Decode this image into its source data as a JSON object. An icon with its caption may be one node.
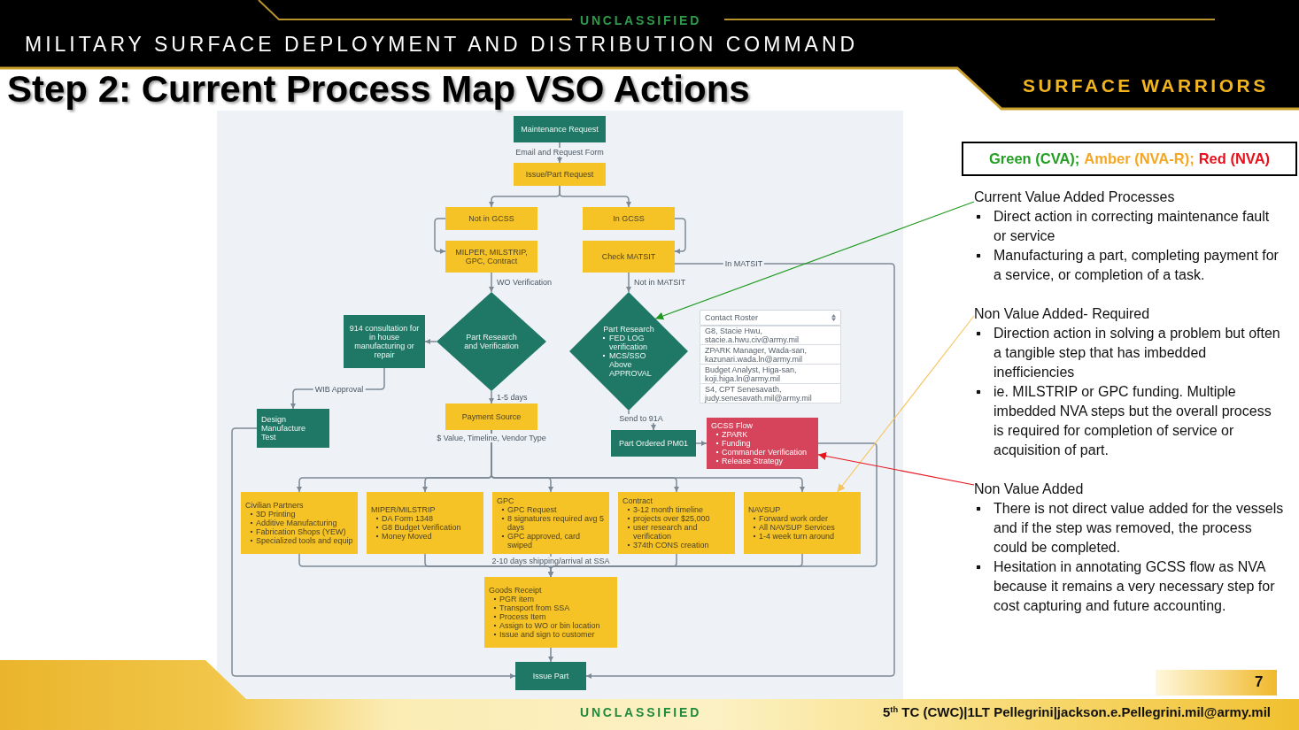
{
  "diagram": {
    "title": "Step 2: Current Process Map VSO Actions",
    "nodes": [
      {
        "text": [
          "Maintenance Request"
        ]
      },
      {
        "text": [
          "Issue/Part Request"
        ]
      },
      {
        "text": [
          "Not in GCSS"
        ]
      },
      {
        "text": [
          "In GCSS"
        ]
      },
      {
        "text": [
          "MILPER, MILSTRIP, GPC, Contract"
        ]
      },
      {
        "text": [
          "Check MATSIT"
        ]
      },
      {
        "text": [
          "914 consultation for in house manufacturing or repair"
        ]
      },
      {
        "text": [
          "Part Research and Verification"
        ]
      },
      {
        "text": [
          "Part Research",
          "FED LOG verification",
          "MCS/SSO Above APPROVAL"
        ]
      },
      {
        "text": [
          "Contact Roster"
        ]
      },
      {
        "text": [
          "G8, Stacie Hwu, stacie.a.hwu.civ@army.mil"
        ]
      },
      {
        "text": [
          "ZPARK Manager, Wada-san, kazunari.wada.ln@army.mil"
        ]
      },
      {
        "text": [
          "Budget Analyst, Higa-san, koji.higa.ln@army.mil"
        ]
      },
      {
        "text": [
          "S4, CPT Senesavath, judy.senesavath.mil@army.mil"
        ]
      },
      {
        "text": [
          "Payment Source"
        ],
        "beside": [
          "$ Value, Timeline, Vendor Type"
        ]
      },
      {
        "text": [
          "Design Manufacture Test"
        ]
      },
      {
        "text": [
          "Part Ordered PM01"
        ]
      },
      {
        "text": [
          "GCSS Flow",
          "ZPARK",
          "Funding",
          "Commander Verification",
          "Release Strategy"
        ]
      },
      {
        "text": [
          "Civilian Partners",
          "3D Printing",
          "Additive Manufacturing",
          "Fabrication Shops (YEW)",
          "Specialized tools and equip"
        ]
      },
      {
        "text": [
          "MIPER/MILSTRIP",
          "DA Form 1348",
          "G8 Budget Verification",
          "Money Moved"
        ]
      },
      {
        "text": [
          "GPC",
          "GPC Request",
          "8 signatures required avg 5 days",
          "GPC approved, card swiped"
        ]
      },
      {
        "text": [
          "Contract",
          "3-12 month timeline",
          "projects over $25,000",
          "user research and verification",
          "374th CONS creation"
        ]
      },
      {
        "text": [
          "NAVSUP",
          "Forward work order",
          "All NAVSUP Services",
          "1-4 week turn around"
        ]
      },
      {
        "text": [
          "Goods Receipt",
          "PGR item",
          "Transport from SSA",
          "Process Item",
          "Assign to WO or bin location",
          "Issue and sign to customer"
        ]
      },
      {
        "text": [
          "Issue Part"
        ]
      },
      {
        "text": [
          "Current Value Added Processes",
          "Direct action in correcting maintenance fault or service",
          "Manufacturing a part, completing payment for a service, or completion of a task."
        ]
      },
      {
        "text": [
          "Non Value Added- Required",
          "Direction action in solving a problem but often a tangible step that has imbedded inefficiencies",
          "ie. MILSTRIP or GPC funding. Multiple imbedded NVA steps but the overall process is required for completion of service or acquisition of part."
        ]
      },
      {
        "text": [
          "Non Value Added",
          "There is not direct value added for the vessels and if the step was removed, the process could be completed.",
          "Hesitation in annotating GCSS flow as NVA because it remains a very necessary step for cost capturing and future accounting."
        ]
      }
    ],
    "edges": [
      {
        "from": 0,
        "to": 1,
        "arrow": "to",
        "label": "Email and Request Form"
      },
      {
        "from": 1,
        "to": 2,
        "arrow": "to"
      },
      {
        "from": 1,
        "to": 3,
        "arrow": "to"
      },
      {
        "from": 2,
        "to": 4,
        "arrow": "to"
      },
      {
        "from": 3,
        "to": 5,
        "arrow": "to"
      },
      {
        "from": 4,
        "to": 7,
        "arrow": "to",
        "label": "WO Verification"
      },
      {
        "from": 5,
        "to": 8,
        "arrow": "to",
        "label": "Not in MATSIT"
      },
      {
        "from": 5,
        "to": 24,
        "arrow": "to",
        "label": "In MATSIT"
      },
      {
        "from": 7,
        "to": 6,
        "arrow": "to"
      },
      {
        "from": 6,
        "to": 15,
        "arrow": "to",
        "label": "WIB Approval"
      },
      {
        "from": 7,
        "to": 14,
        "arrow": "to",
        "label": "1-5 days"
      },
      {
        "from": 8,
        "to": 16,
        "arrow": "to",
        "label": "Send to 91A"
      },
      {
        "from": 16,
        "to": 17,
        "arrow": "to"
      },
      {
        "from": 14,
        "to": 18,
        "arrow": "to"
      },
      {
        "from": 14,
        "to": 19,
        "arrow": "to"
      },
      {
        "from": 14,
        "to": 20,
        "arrow": "to"
      },
      {
        "from": 14,
        "to": 21,
        "arrow": "to"
      },
      {
        "from": 14,
        "to": 22,
        "arrow": "to"
      },
      {
        "from": 18,
        "to": 23,
        "arrow": "to"
      },
      {
        "from": 19,
        "to": 23,
        "arrow": "to"
      },
      {
        "from": 20,
        "to": 23,
        "arrow": "to",
        "label": "2-10 days shipping/arrival at SSA"
      },
      {
        "from": 21,
        "to": 23,
        "arrow": "to"
      },
      {
        "from": 22,
        "to": 23,
        "arrow": "to"
      },
      {
        "from": 17,
        "to": 23,
        "arrow": "to"
      },
      {
        "from": 23,
        "to": 24,
        "arrow": "to"
      },
      {
        "from": 15,
        "to": 24,
        "arrow": "to"
      },
      {
        "from": 25,
        "to": 8,
        "arrow": "to",
        "color": "#1f9a1f"
      },
      {
        "from": 26,
        "to": 22,
        "arrow": "to",
        "color": "#f7c35c"
      },
      {
        "from": 27,
        "to": 17,
        "arrow": "to",
        "color": "#e8141e"
      }
    ],
    "labels": [
      "UNCLASSIFIED",
      "MILITARY SURFACE DEPLOYMENT AND DISTRIBUTION COMMAND",
      "SURFACE WARRIORS",
      "7",
      "UNCLASSIFIED",
      "5$^{th}$ TC (CWC)|1LT Pellegrini|jackson.e.Pellegrini.mil@army.mil"
    ],
    "legend": [
      {
        "text": "Green (CVA);",
        "color": "#22a022"
      },
      {
        "text": "Amber (NVA-R);",
        "color": "#f5a623"
      },
      {
        "text": "Red (NVA)",
        "color": "#e8101a"
      }
    ]
  }
}
